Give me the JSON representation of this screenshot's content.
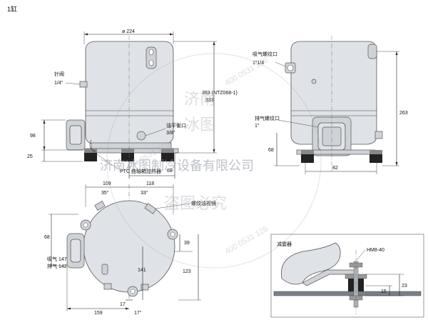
{
  "title": "1缸",
  "front_view": {
    "width_dim": "ø 224",
    "needle_valve_label": "针阀",
    "needle_valve_size": "1/4\"",
    "height_98": "98",
    "height_25": "25",
    "height_353_a": "353 (NTZ068-1)",
    "height_353_b": "333",
    "oil_port_label": "油平衡口",
    "oil_port_size": "3/8\"",
    "base_68": "68",
    "ptc_label": "PTC 曲轴箱加热器"
  },
  "side_view": {
    "suction_label": "吸气螺纹口",
    "suction_size": "1\"1/4",
    "discharge_label": "排气螺纹口",
    "discharge_size": "1\"",
    "height_263": "263",
    "dim_68": "68",
    "dim_82": "82"
  },
  "top_view": {
    "dim_109": "109",
    "dim_118": "118",
    "angle_35": "35°",
    "angle_33": "33°",
    "sight_glass_label": "螺纹油视镜",
    "dim_68_left": "68",
    "dim_39": "39",
    "dim_141": "141",
    "dim_123": "123",
    "suction_label": "吸气 147",
    "discharge_label": "排气 142",
    "dim_17": "17",
    "angle_17": "17°",
    "dim_159": "159"
  },
  "damper": {
    "title": "减震器",
    "bolt_label": "HM8-40",
    "dim_23": "23",
    "dim_15": "15"
  },
  "watermark": {
    "line1": "盗图必究",
    "phone": "400 0531 126",
    "company": "济南冰图制冷设备有限公司",
    "side_chars_1": "济南",
    "side_chars_2": "冰图"
  }
}
